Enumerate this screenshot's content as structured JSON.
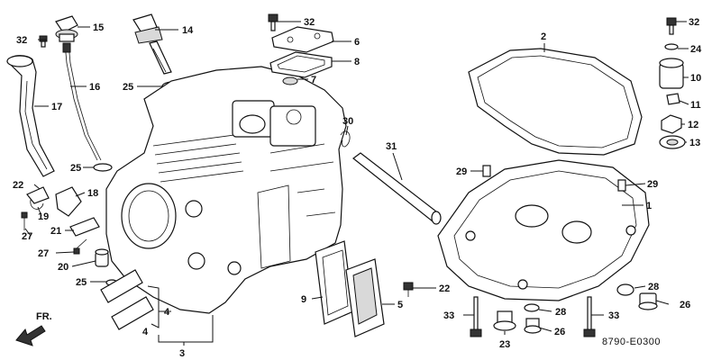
{
  "diagram": {
    "code": "8790-E0300",
    "direction_label": "FR.",
    "callouts": [
      {
        "id": "c15",
        "text": "15"
      },
      {
        "id": "c14",
        "text": "14"
      },
      {
        "id": "c32a",
        "text": "32"
      },
      {
        "id": "c32b",
        "text": "32"
      },
      {
        "id": "c16",
        "text": "16"
      },
      {
        "id": "c17",
        "text": "17"
      },
      {
        "id": "c25a",
        "text": "25"
      },
      {
        "id": "c25b",
        "text": "25"
      },
      {
        "id": "c25c",
        "text": "25"
      },
      {
        "id": "c6",
        "text": "6"
      },
      {
        "id": "c8",
        "text": "8"
      },
      {
        "id": "c7",
        "text": "7"
      },
      {
        "id": "c30",
        "text": "30"
      },
      {
        "id": "c31",
        "text": "31"
      },
      {
        "id": "c2",
        "text": "2"
      },
      {
        "id": "c32c",
        "text": "32"
      },
      {
        "id": "c24",
        "text": "24"
      },
      {
        "id": "c10",
        "text": "10"
      },
      {
        "id": "c11",
        "text": "11"
      },
      {
        "id": "c12",
        "text": "12"
      },
      {
        "id": "c13",
        "text": "13"
      },
      {
        "id": "c22a",
        "text": "22"
      },
      {
        "id": "c18",
        "text": "18"
      },
      {
        "id": "c19",
        "text": "19"
      },
      {
        "id": "c27a",
        "text": "27"
      },
      {
        "id": "c21",
        "text": "21"
      },
      {
        "id": "c27b",
        "text": "27"
      },
      {
        "id": "c20",
        "text": "20"
      },
      {
        "id": "c29a",
        "text": "29"
      },
      {
        "id": "c29b",
        "text": "29"
      },
      {
        "id": "c1",
        "text": "1"
      },
      {
        "id": "c9",
        "text": "9"
      },
      {
        "id": "c5",
        "text": "5"
      },
      {
        "id": "c22b",
        "text": "22"
      },
      {
        "id": "c4a",
        "text": "4"
      },
      {
        "id": "c4b",
        "text": "4"
      },
      {
        "id": "c3",
        "text": "3"
      },
      {
        "id": "c28a",
        "text": "28"
      },
      {
        "id": "c26a",
        "text": "26"
      },
      {
        "id": "c33a",
        "text": "33"
      },
      {
        "id": "c28b",
        "text": "28"
      },
      {
        "id": "c33b",
        "text": "33"
      },
      {
        "id": "c23",
        "text": "23"
      },
      {
        "id": "c26b",
        "text": "26"
      }
    ]
  }
}
